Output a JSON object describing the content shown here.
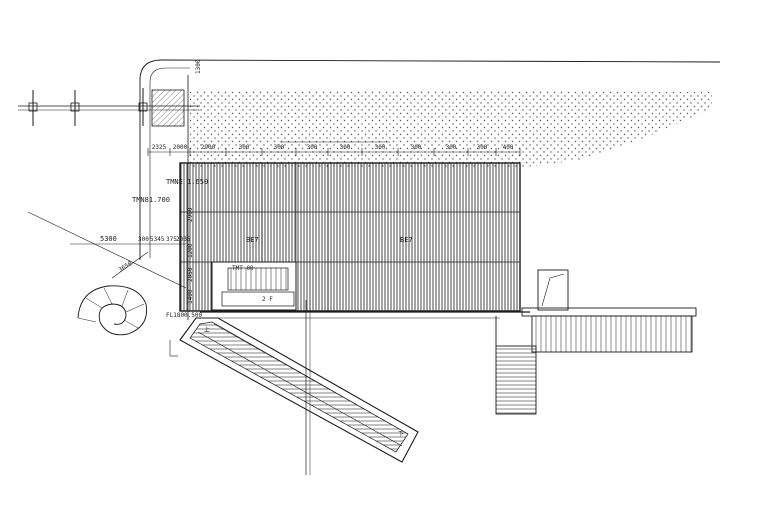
{
  "colors": {
    "line": "#1a1a1a",
    "hatch": "#333333",
    "dots": "#555555",
    "paper": "#ffffff"
  },
  "dims_top": [
    "2325",
    "2000",
    "2900",
    "300",
    "300",
    "300",
    "300",
    "300",
    "300",
    "300",
    "300",
    "400"
  ],
  "dims_side": [
    "1200",
    "2050",
    "1400"
  ],
  "dim_left_long": "5300",
  "dim_left_small": [
    "300",
    "5345",
    "375",
    "2035"
  ],
  "dim_left_vertical": "2900",
  "dim_diag": "3650",
  "labels": {
    "tm_top": "TMNE 1.650",
    "tm_left": "TMN81.700",
    "tm_stair": "TMT 00",
    "fl_label": "FL1800.500",
    "bay_a": "BE7",
    "bay_b": "BE7",
    "stair_note": "2 F",
    "top_num": "1300",
    "esc_bottom": "上",
    "esc_top": "下"
  }
}
